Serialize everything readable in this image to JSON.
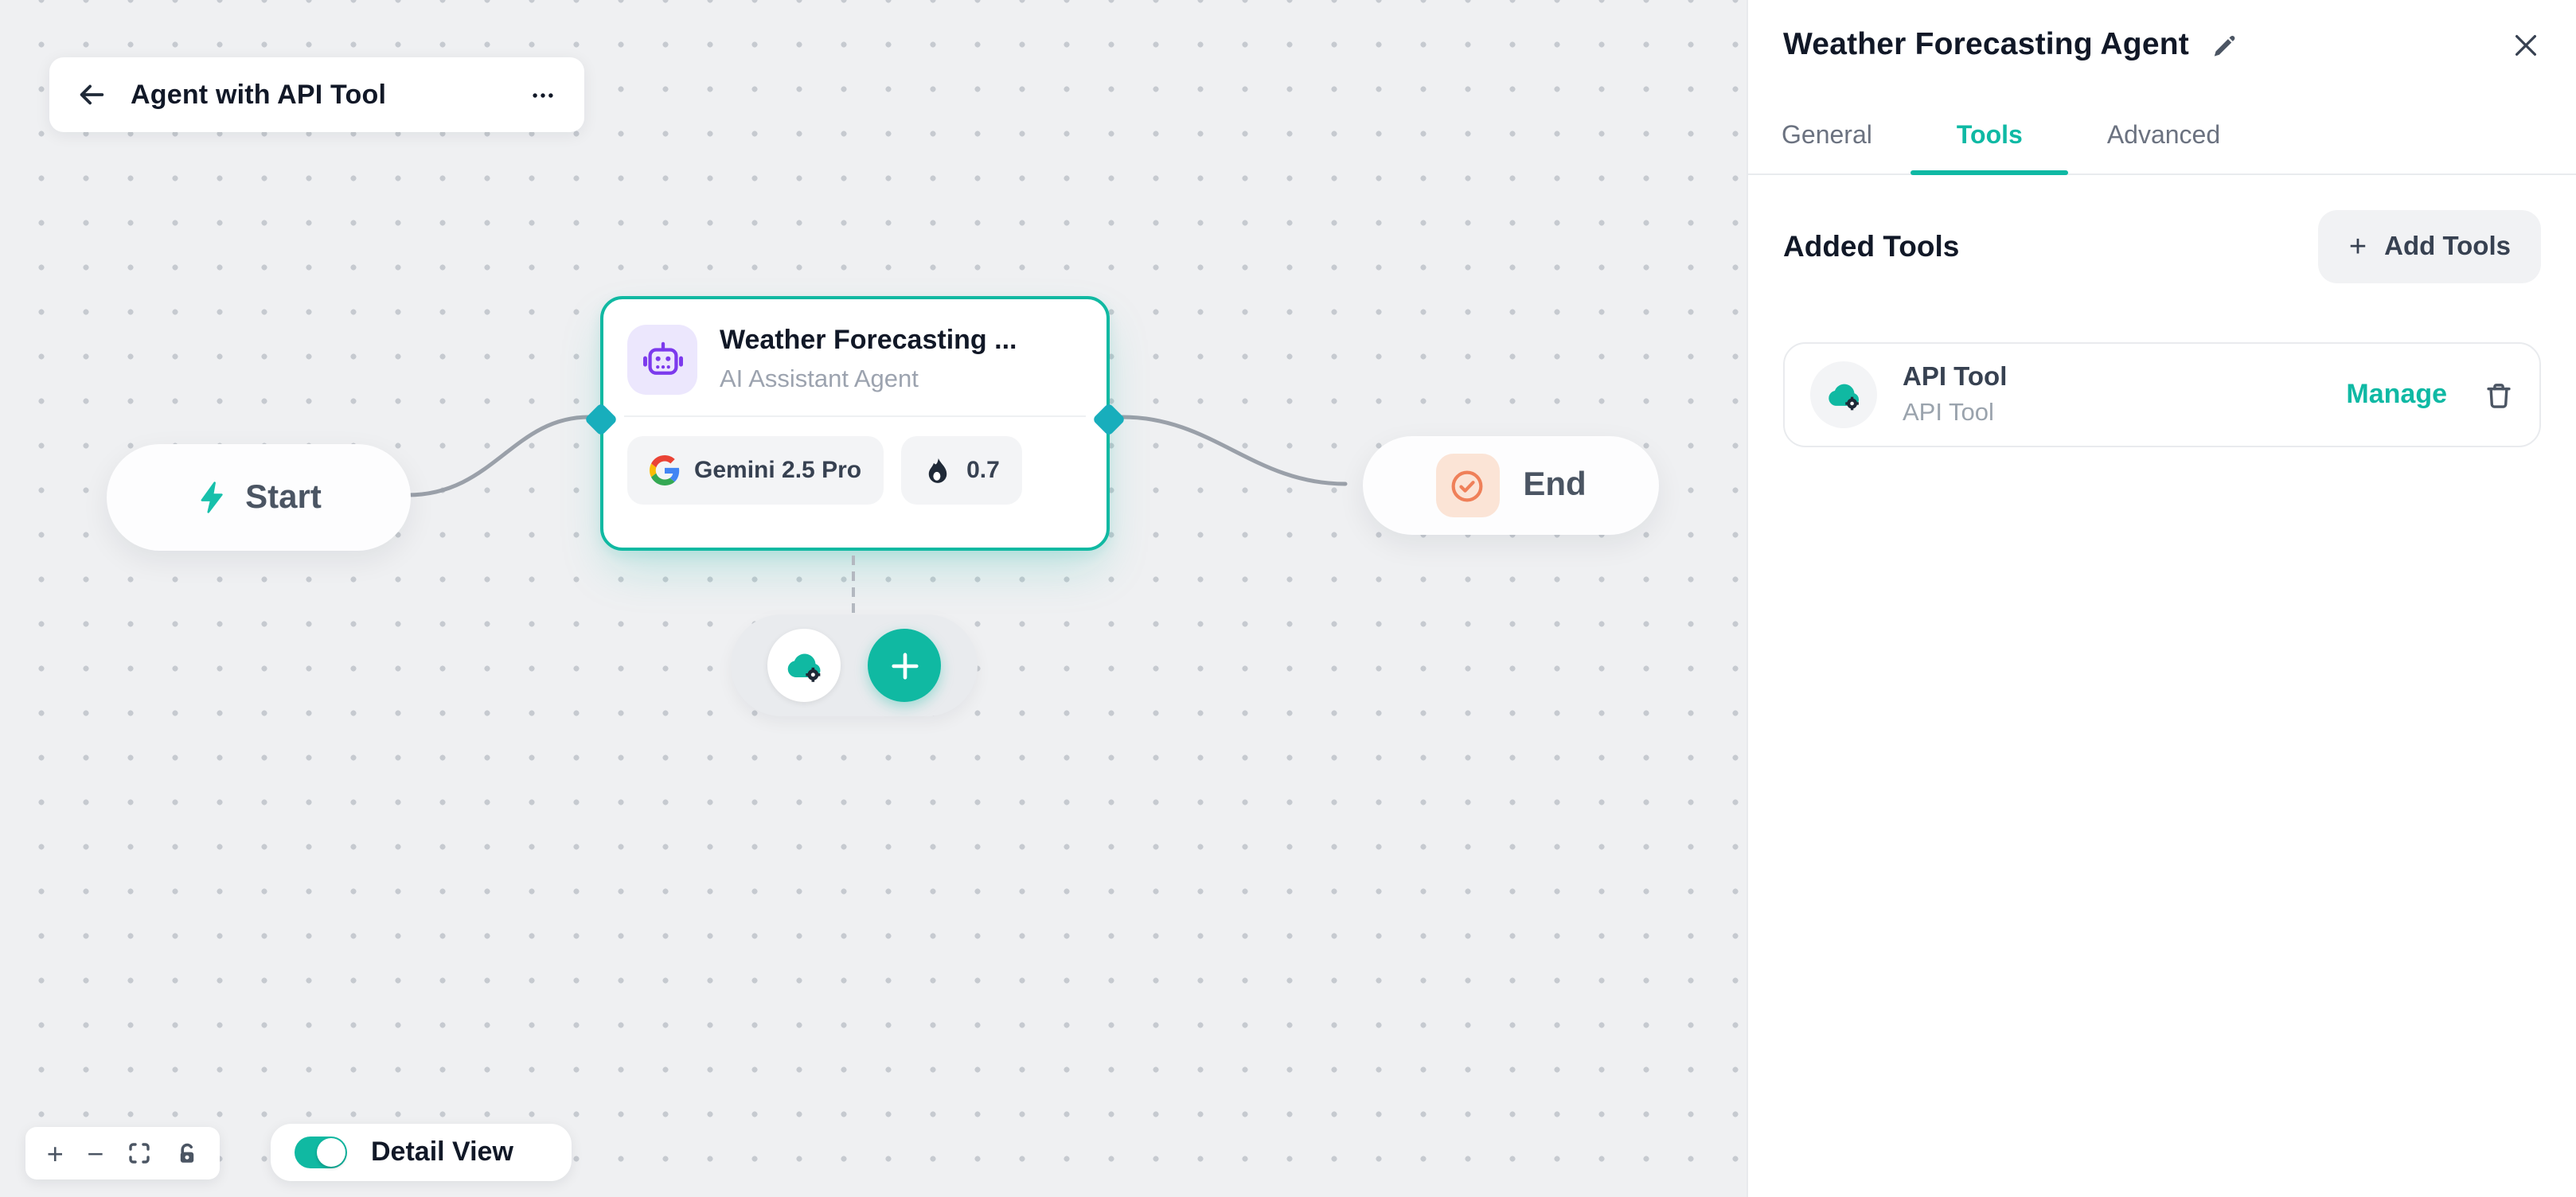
{
  "colors": {
    "accent_teal": "#10b9a2",
    "handle_cyan": "#18aebc",
    "edge_gray": "#9aa0a9",
    "canvas_bg": "#eff0f2",
    "robot_purple": "#7c3aed",
    "end_orange": "#ef8059"
  },
  "icons": {
    "back": "←",
    "menu": "⋯",
    "close": "✕",
    "zoom_in": "+",
    "zoom_out": "−",
    "fit": "frame-corners",
    "lock": "padlock-open",
    "bolt": "lightning",
    "robot": "robot-head",
    "flame": "flame",
    "google": "google-g",
    "cloud_tool": "cloud-gear",
    "end_check": "circle-check",
    "edit": "pencil",
    "trash": "trash-can"
  },
  "flow_header": {
    "title": "Agent with API Tool"
  },
  "nodes": {
    "start": {
      "label": "Start"
    },
    "agent": {
      "title": "Weather Forecasting ...",
      "subtitle": "AI Assistant Agent",
      "model_label": "Gemini 2.5 Pro",
      "temperature": "0.7"
    },
    "end": {
      "label": "End"
    }
  },
  "canvas_controls": {
    "zoom_in": "+",
    "zoom_out": "−",
    "detail_view_label": "Detail View",
    "detail_view_on": true
  },
  "panel": {
    "title": "Weather Forecasting Agent",
    "close_glyph": "✕",
    "tabs": [
      {
        "label": "General",
        "active": false
      },
      {
        "label": "Tools",
        "active": true
      },
      {
        "label": "Advanced",
        "active": false
      }
    ],
    "added_tools_label": "Added Tools",
    "add_tools_button": {
      "plus": "+",
      "label": "Add Tools"
    },
    "tools": [
      {
        "name": "API Tool",
        "type": "API Tool",
        "manage_label": "Manage"
      }
    ]
  }
}
